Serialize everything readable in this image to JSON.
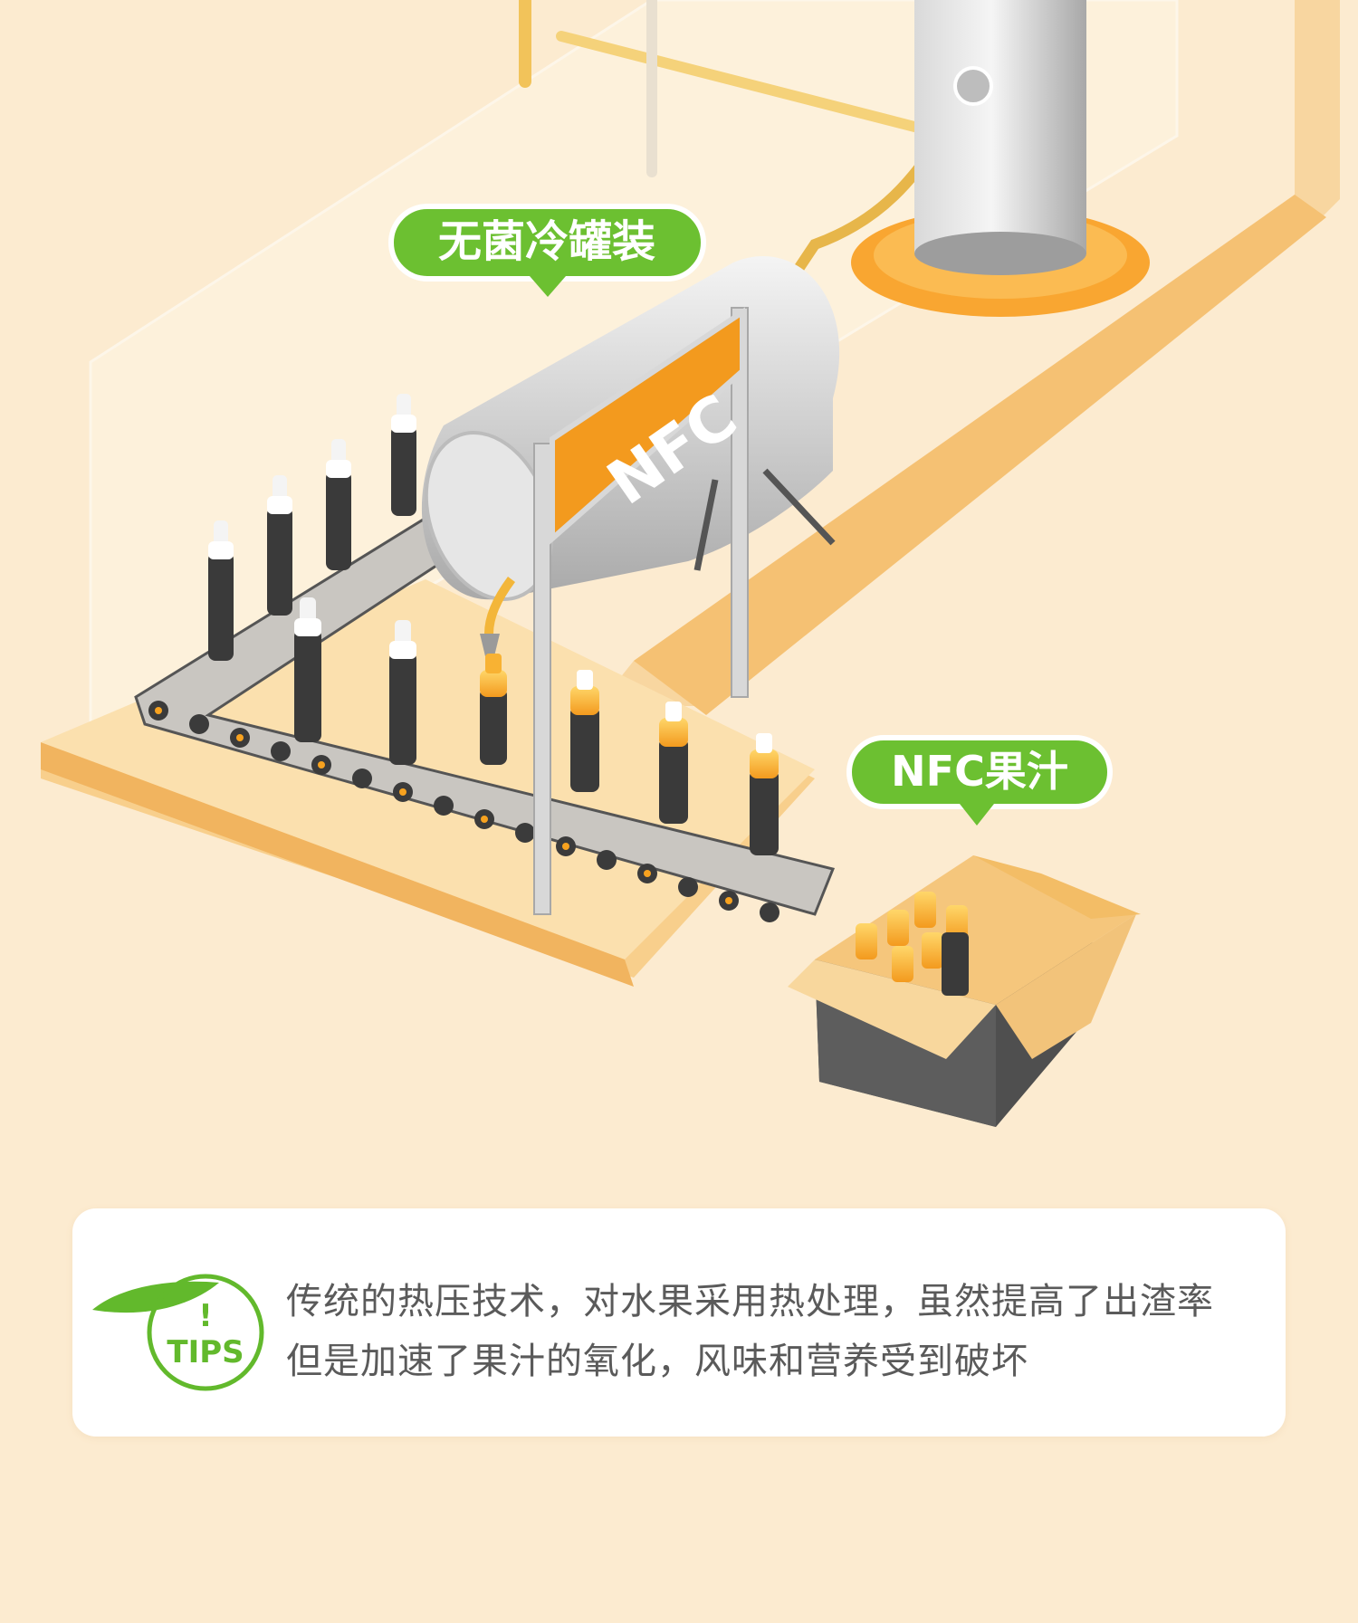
{
  "labels": {
    "aseptic_canning": "无菌冷罐装",
    "nfc_juice": "NFC果汁"
  },
  "machine_brand": "NFC",
  "tips": {
    "badge_text": "TIPS",
    "badge_mark": "!",
    "lines": [
      "传统的热压技术，对水果采用热处理，虽然提高了出渣率",
      "但是加速了果汁的氧化，风味和营养受到破坏"
    ]
  },
  "colors": {
    "background": "#fcebd0",
    "label_green": "#6cc031",
    "accent_orange": "#f39a1e",
    "tips_green": "#62b92c",
    "text_gray": "#5a5a5a"
  }
}
